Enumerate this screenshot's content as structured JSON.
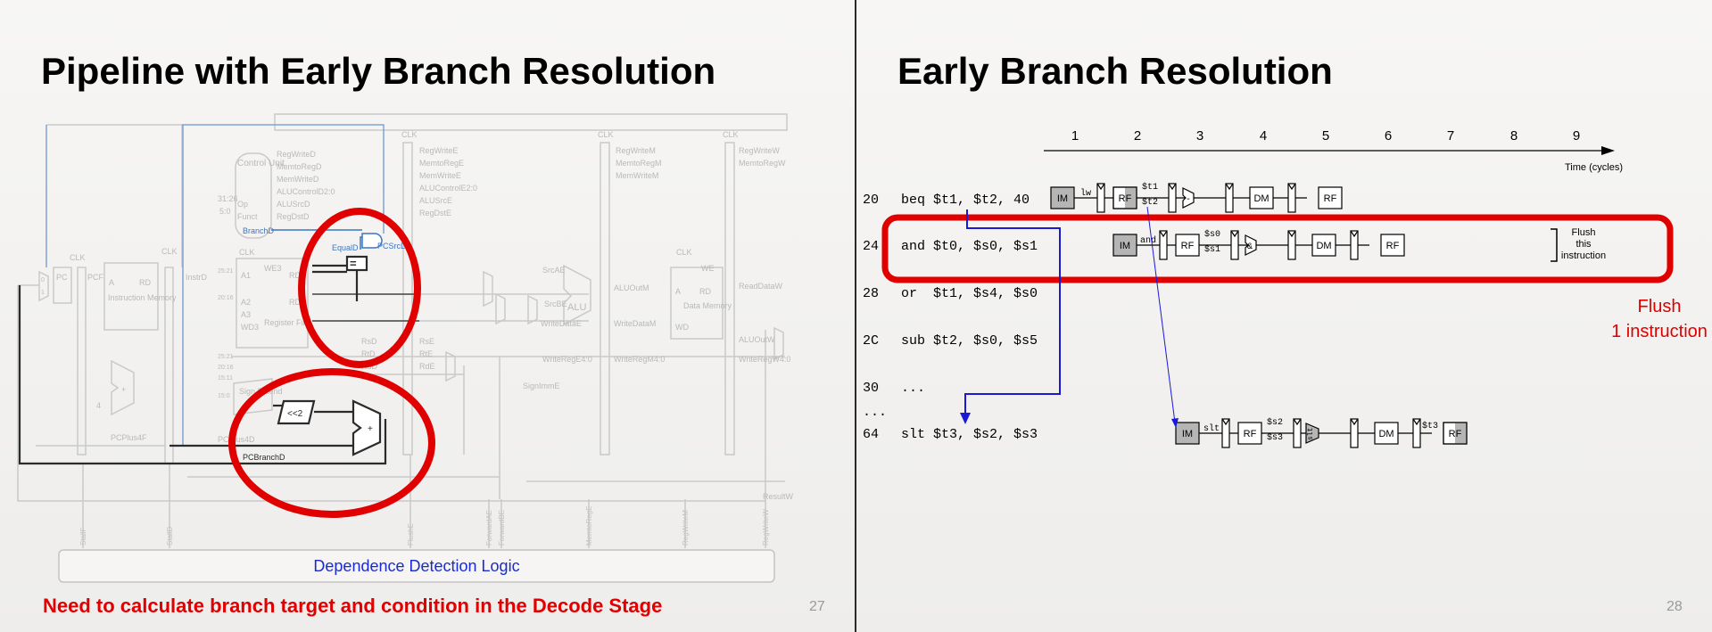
{
  "left_slide": {
    "title": "Pipeline with Early Branch Resolution",
    "footnote": "Need to calculate branch target and condition in the Decode Stage",
    "page_number": "27",
    "diagram": {
      "clk": "CLK",
      "control_unit": "Control Unit",
      "control_signals_d": [
        "RegWriteD",
        "MemtoRegD",
        "MemWriteD",
        "ALUControlD2:0",
        "ALUSrcD",
        "RegDstD",
        "BranchD"
      ],
      "control_signals_e": [
        "RegWriteE",
        "MemtoRegE",
        "MemWriteE",
        "ALUControlE2:0",
        "ALUSrcE",
        "RegDstE"
      ],
      "control_signals_m": [
        "RegWriteM",
        "MemtoRegM",
        "MemWriteM"
      ],
      "control_signals_w": [
        "RegWriteW",
        "MemtoRegW"
      ],
      "op": "Op",
      "funct": "Funct",
      "op_bits": "31:26",
      "funct_bits": "5:0",
      "pc": "PC",
      "pcf": "PCF",
      "pc_mux_labels": [
        "0",
        "1"
      ],
      "instr_memory": "Instruction Memory",
      "instr_a": "A",
      "instr_rd": "RD",
      "instrd": "InstrD",
      "register_file": "Register File",
      "rf_ports": [
        "WE3",
        "A1",
        "A2",
        "A3",
        "WD3",
        "RD1",
        "RD2"
      ],
      "rf_bits": [
        "25:21",
        "20:16",
        "25:21",
        "20:16",
        "15:11",
        "15:0"
      ],
      "equald": "EqualD",
      "pcsrcd": "PCSrcD",
      "equal_sign": "=",
      "sign_extend": "Sign Extend",
      "shift": "<<2",
      "adder": "+",
      "four": "4",
      "pcplus4f": "PCPlus4F",
      "pcplus4d": "PCPlus4D",
      "pcbranchd": "PCBranchD",
      "signimme": "SignImmE",
      "regs_de": [
        "RsD",
        "RtD",
        "RdD",
        "RsE",
        "RtE",
        "RdE"
      ],
      "srcae": "SrcAE",
      "srcbe": "SrcBE",
      "alu": "ALU",
      "writedatae": "WriteDataE",
      "writerege": "WriteRegE4:0",
      "aluoutm": "ALUOutM",
      "writedatam": "WriteDataM",
      "writeregm": "WriteRegM4:0",
      "data_memory": "Data Memory",
      "dm_ports": [
        "WE",
        "A",
        "RD",
        "WD"
      ],
      "readdataw": "ReadDataW",
      "aluoutw": "ALUOutW",
      "writeregw": "WriteRegW4:0",
      "resultw": "ResultW",
      "hazard_signals": [
        "StallF",
        "StallD",
        "FlushE",
        "ForwardAE",
        "ForwardBE",
        "MemtoRegE",
        "RegWriteM",
        "RegWriteW"
      ],
      "hazard_unit": "Dependence Detection Logic"
    }
  },
  "right_slide": {
    "title": "Early Branch Resolution",
    "page_number": "28",
    "cycles": [
      "1",
      "2",
      "3",
      "4",
      "5",
      "6",
      "7",
      "8",
      "9"
    ],
    "time_label": "Time (cycles)",
    "instructions": [
      {
        "addr": "20",
        "text": "beq $t1, $t2, 40"
      },
      {
        "addr": "24",
        "text": "and $t0, $s0, $s1"
      },
      {
        "addr": "28",
        "text": "or  $t1, $s4, $s0"
      },
      {
        "addr": "2C",
        "text": "sub $t2, $s0, $s5"
      },
      {
        "addr": "30",
        "text": "..."
      },
      {
        "addr": "...",
        "text": ""
      },
      {
        "addr": "64",
        "text": "slt $t3, $s2, $s3"
      }
    ],
    "stage_labels": {
      "im": "IM",
      "rf": "RF",
      "dm": "DM"
    },
    "pipe_text": {
      "beq_op": "lw",
      "beq_src1": "$t1",
      "beq_src2": "$t2",
      "beq_alu": "-",
      "and_op": "and",
      "and_src1": "$s0",
      "and_src2": "$s1",
      "and_alu": "&",
      "slt_op": "slt",
      "slt_src1": "$s2",
      "slt_src2": "$s3",
      "slt_alu": "slt",
      "slt_dst": "$t3"
    },
    "flush_bracket": "Flush this instruction",
    "flush_bracket_lines": [
      "Flush",
      "this",
      "instruction"
    ],
    "flush_note_lines": [
      "Flush",
      "1 instruction"
    ],
    "colors": {
      "highlight": "#e00000",
      "branch_arrow": "#1a1ad6"
    }
  }
}
